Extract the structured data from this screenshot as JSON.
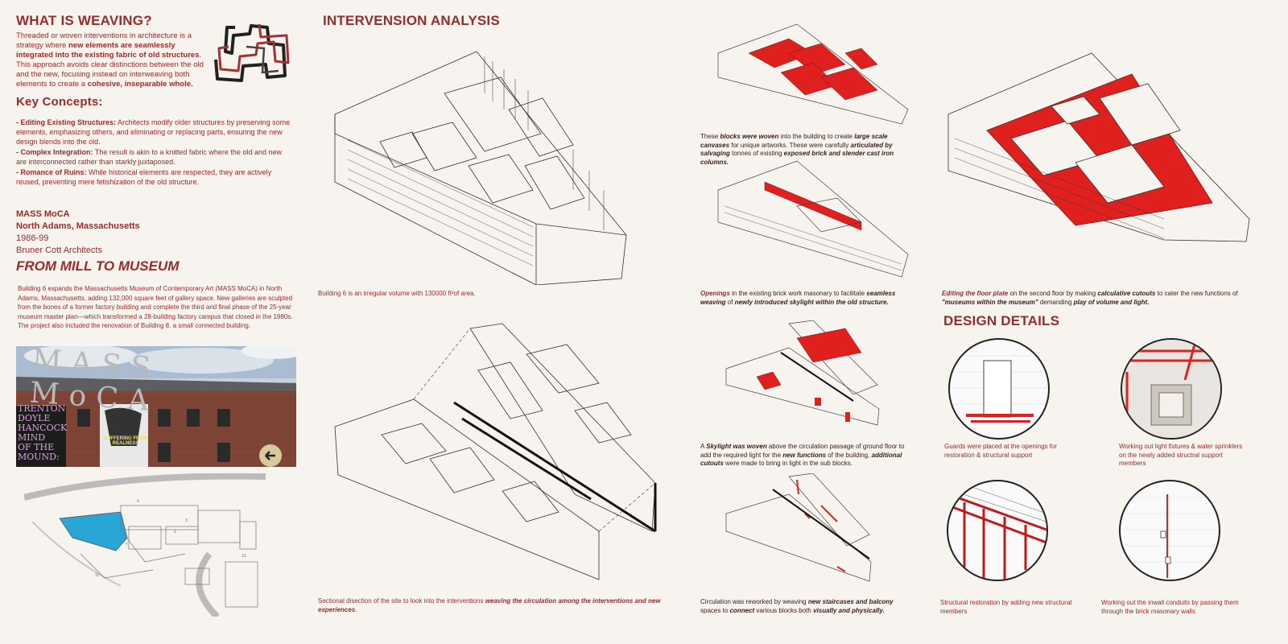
{
  "left": {
    "weaving": {
      "title": "WHAT IS WEAVING?",
      "p1": "Threaded or woven interventions in architecture is a strategy where ",
      "p1_bold": "new elements are seamlessly integrated into the existing fabric of old structures",
      "p2": ". This approach avoids clear distinctions between the old and the new, focusing instead on interweaving both elements to create a ",
      "p2_bold": "cohesive, inseparable whole."
    },
    "key_concepts": {
      "title": "Key Concepts:",
      "items": [
        {
          "label": " - Editing Existing Structures:",
          "text": " Architects modify older structures by preserving some elements, emphasizing others, and eliminating or replacing parts, ensuring the new design blends into the old."
        },
        {
          "label": " - Complex Integration:",
          "text": " The result is akin to a knitted fabric where the old and new are interconnected rather than starkly juxtaposed."
        },
        {
          "label": " - Romance of Ruins:",
          "text": " While historical elements are respected, they are actively reused, preventing mere fetishization of the old structure."
        }
      ]
    },
    "project": {
      "name": "MASS MoCA",
      "location": "North Adams, Massachusetts",
      "years": "1986-99",
      "architect": "Bruner Cott Architects"
    },
    "mill": {
      "title": "FROM MILL TO MUSEUM",
      "text": "Building 6 expands the Massachusetts Museum of Contemporary Art (MASS MoCA) in North Adams, Massachusetts, adding 132,000 square feet of gallery space. New galleries are sculpted from the bones of a former factory building and complete the third and final phase of the 25-year museum master plan—which transformed a 28-building factory campus that closed in the 1980s. The project also included the renovation of Building 8, a small connected building."
    },
    "photo": {
      "sign": "MASS MoCA",
      "banner_lines": [
        "TRENTON",
        "DOYLE",
        "HANCOCK",
        "MIND",
        "OF THE",
        "MOUND:"
      ],
      "poster_text": "SUFFERING FROM REALNESS"
    }
  },
  "intervention": {
    "title": "INTERVENSION ANALYSIS",
    "cap_building6": "Building 6 is an irregular volume with 130000 ft²of area.",
    "cap_section_a": "Sectional disection of the site to look into the interventions ",
    "cap_section_b": "weaving the circulation among the interventions and new experiences",
    "cap_section_c": ".",
    "cap_blocks_a": "These ",
    "cap_blocks_b": "blocks were woven",
    "cap_blocks_c": " into the building to create ",
    "cap_blocks_d": "large scale canvases",
    "cap_blocks_e": " for unique artworks.  These were carefully ",
    "cap_blocks_f": "articulated by salvaging",
    "cap_blocks_g": " tonnes of existing ",
    "cap_blocks_h": "exposed brick and slender cast iron columns.",
    "cap_openings_a": "Openings",
    "cap_openings_b": " in the existing brick work masonary to facilitate ",
    "cap_openings_c": "seamless weaving",
    "cap_openings_d": " of ",
    "cap_openings_e": "newly introduced skylight within the old structure.",
    "cap_floor_a": "Editing the floor plate",
    "cap_floor_b": " on the second floor by making ",
    "cap_floor_c": "calculative cutouts",
    "cap_floor_d": " to cater the new functions of ",
    "cap_floor_e": "\"museums within the museum\"",
    "cap_floor_f": " demanding ",
    "cap_floor_g": "play of volume and light.",
    "cap_skylight_a": "A ",
    "cap_skylight_b": "Skylight was woven",
    "cap_skylight_c": " above the circulation passage of ground floor to add the required light for the ",
    "cap_skylight_d": "new functions",
    "cap_skylight_e": " of the building, ",
    "cap_skylight_f": "additional cutouts",
    "cap_skylight_g": " were made to bring in light in the sub blocks.",
    "cap_circ_a": "Circulation was reworked by weaving ",
    "cap_circ_b": "new staircases and balcony",
    "cap_circ_c": " spaces to ",
    "cap_circ_d": "connect",
    "cap_circ_e": " various blocks both ",
    "cap_circ_f": "visually and physically."
  },
  "design": {
    "title": "DESIGN DETAILS",
    "details": [
      {
        "caption": "Guards were placed at the openings for restoration & structural support"
      },
      {
        "caption": "Working out light fixtures & water sprinklers on the newly added structral support members"
      },
      {
        "caption": "Structural restoration by adding new structural members"
      },
      {
        "caption": "Working out the inwall conduits by passing them through the brick masonary walls"
      }
    ]
  },
  "colors": {
    "accent": "#9a2b2b",
    "highlight": "#e0201f",
    "background": "#f7f3ee",
    "line": "#333333",
    "site_blue": "#2aa3d4"
  }
}
